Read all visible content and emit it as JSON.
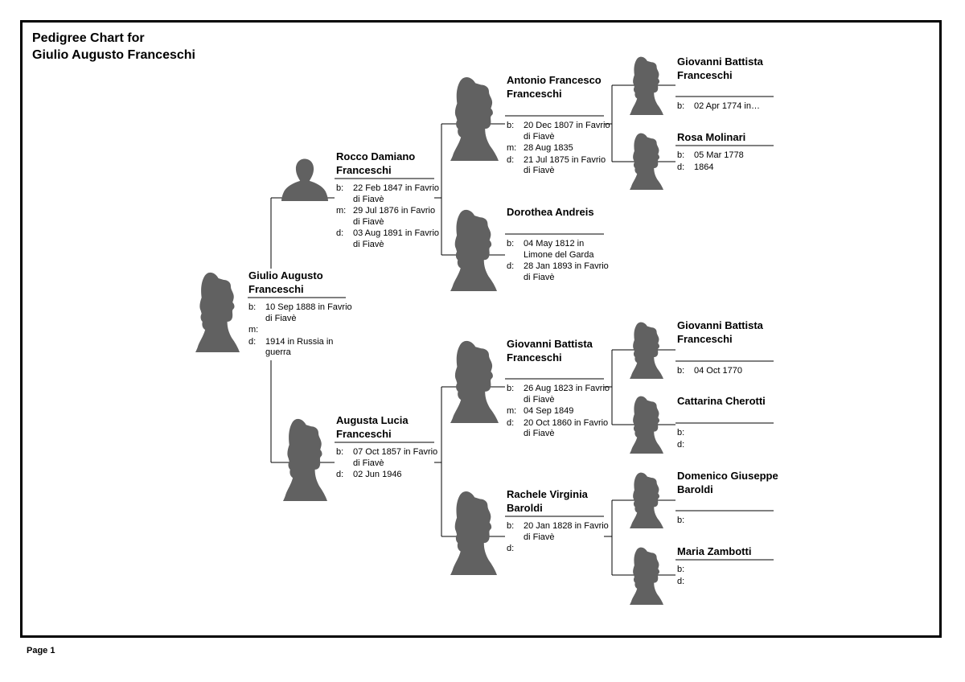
{
  "title": {
    "line1": "Pedigree Chart for",
    "line2": "Giulio Augusto Franceschi"
  },
  "footer": "Page 1",
  "labels": {
    "born": "b:",
    "married": "m:",
    "died": "d:"
  },
  "people": {
    "p1": {
      "name": "Giulio Augusto Franceschi",
      "b": "10 Sep 1888 in Favrio di Fiavè",
      "m": "",
      "d": "1914 in Russia in guerra"
    },
    "p2": {
      "name": "Rocco Damiano Franceschi",
      "b": "22 Feb 1847 in Favrio di Fiavè",
      "m": "29 Jul 1876 in Favrio di Fiavè",
      "d": "03 Aug 1891 in Favrio di Fiavè"
    },
    "p3": {
      "name": "Augusta Lucia Franceschi",
      "b": "07 Oct 1857 in Favrio di Fiavè",
      "d": "02 Jun 1946"
    },
    "p4": {
      "name": "Antonio Francesco Franceschi",
      "b": "20 Dec 1807 in Favrio di Fiavè",
      "m": "28 Aug 1835",
      "d": "21 Jul 1875 in Favrio di Fiavè"
    },
    "p5": {
      "name": "Dorothea Andreis",
      "b": "04 May 1812 in Limone del Garda",
      "d": "28 Jan 1893 in Favrio di Fiavè"
    },
    "p6": {
      "name": "Giovanni Battista Franceschi",
      "b": "26 Aug 1823 in Favrio di Fiavè",
      "m": "04 Sep 1849",
      "d": "20 Oct 1860 in Favrio di Fiavè"
    },
    "p7": {
      "name": "Rachele Virginia Baroldi",
      "b": "20 Jan 1828 in Favrio di Fiavè",
      "d": ""
    },
    "p8": {
      "name": "Giovanni Battista Franceschi",
      "b": "02 Apr 1774 in…"
    },
    "p9": {
      "name": "Rosa Molinari",
      "b": "05 Mar 1778",
      "d": "1864"
    },
    "p12": {
      "name": "Giovanni Battista Franceschi",
      "b": "04 Oct 1770"
    },
    "p13": {
      "name": "Cattarina Cherotti",
      "b": "",
      "d": ""
    },
    "p14": {
      "name": "Domenico Giuseppe Baroldi",
      "b": ""
    },
    "p15": {
      "name": "Maria Zambotti",
      "b": "",
      "d": ""
    }
  },
  "colors": {
    "silhouette": "#616161",
    "line": "#000000",
    "frame": "#000000"
  }
}
